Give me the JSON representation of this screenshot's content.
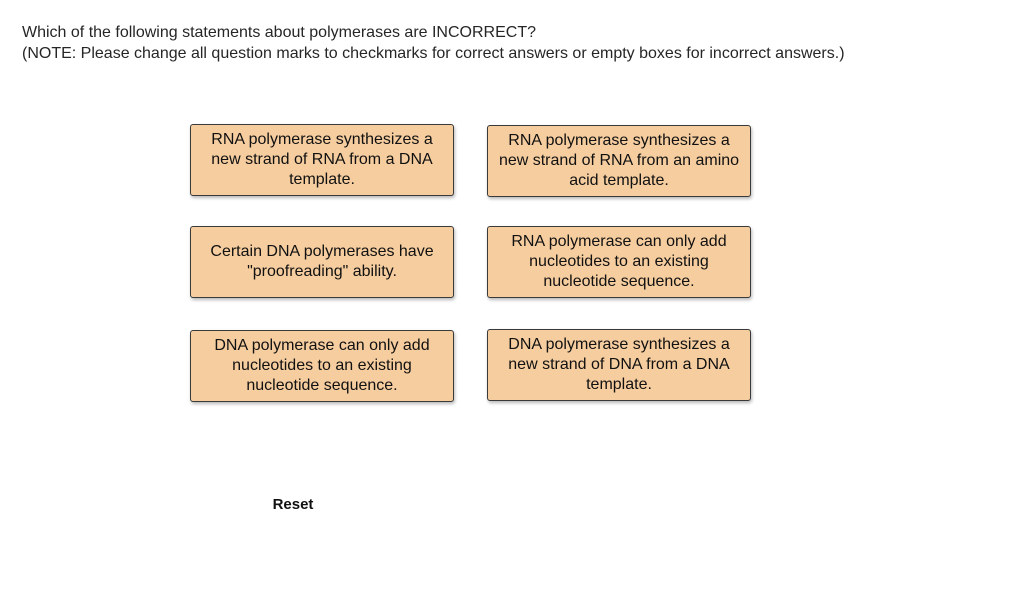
{
  "question": {
    "line1": "Which of the following statements about polymerases are INCORRECT?",
    "line2": "(NOTE:  Please change all question marks to checkmarks for correct answers or empty boxes for incorrect answers.)"
  },
  "statements": [
    "RNA polymerase synthesizes a new strand of RNA from a DNA template.",
    "RNA polymerase synthesizes a new strand of RNA from an amino acid template.",
    "Certain DNA polymerases have \"proofreading\" ability.",
    "RNA polymerase can only add nucleotides to an existing nucleotide sequence.",
    "DNA polymerase can only add nucleotides to an existing nucleotide sequence.",
    "DNA polymerase synthesizes a new strand of DNA from a DNA template."
  ],
  "reset_label": "Reset"
}
